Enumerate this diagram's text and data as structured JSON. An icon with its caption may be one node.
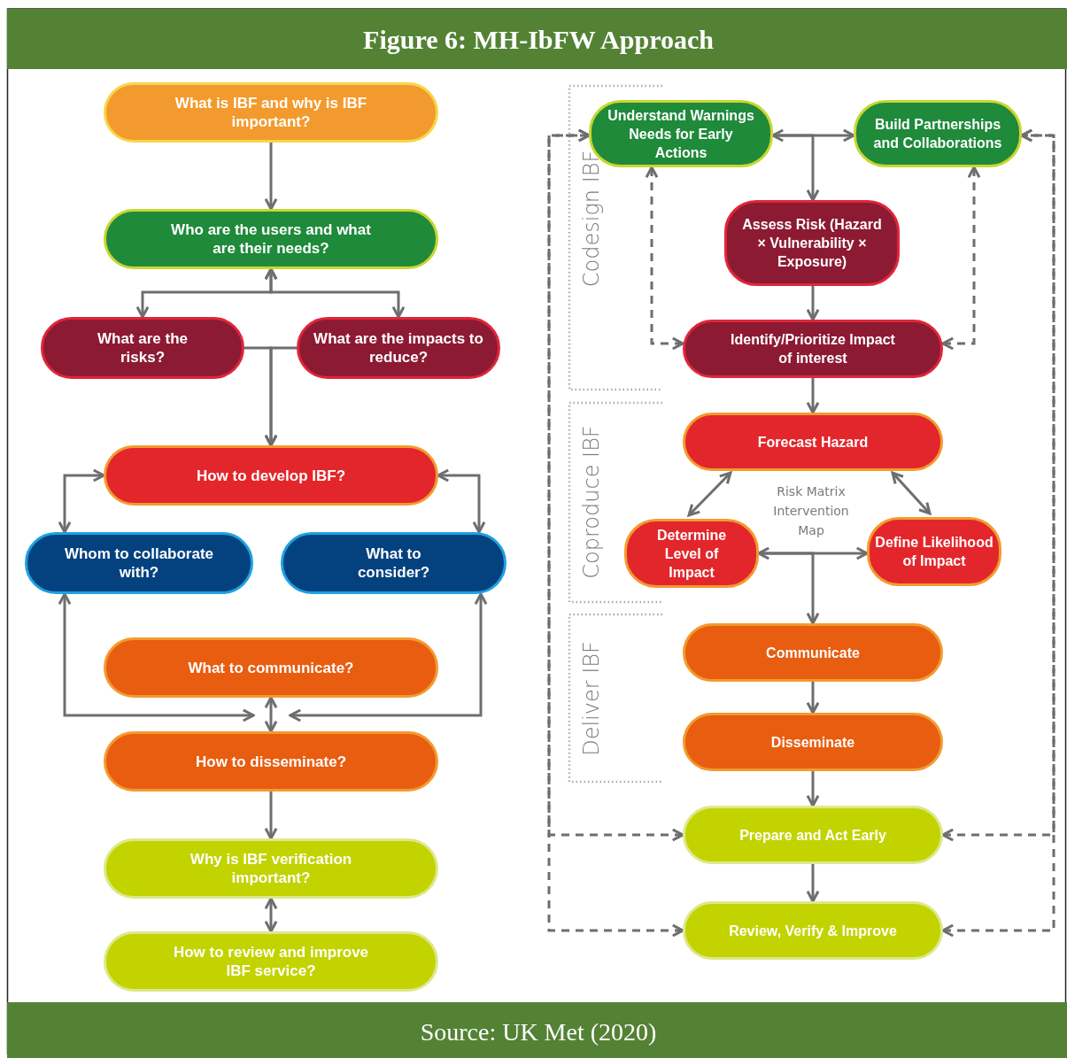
{
  "diagram": {
    "title": "Figure 6: MH-IbFW Approach",
    "caption": "Source: UK Met (2020)",
    "nodes": [
      {
        "text": [
          "What is IBF and why is IBF important?"
        ]
      },
      {
        "text": [
          "Who are the users and what are their needs?"
        ]
      },
      {
        "text": [
          "What are the risks?"
        ]
      },
      {
        "text": [
          "What are the impacts to reduce?"
        ]
      },
      {
        "text": [
          "How to develop IBF?"
        ]
      },
      {
        "text": [
          "Whom to collaborate with?"
        ]
      },
      {
        "text": [
          "What to consider?"
        ]
      },
      {
        "text": [
          "What to communicate?"
        ]
      },
      {
        "text": [
          "How to disseminate?"
        ]
      },
      {
        "text": [
          "Why is IBF verification important?"
        ]
      },
      {
        "text": [
          "How to review and improve IBF service?"
        ]
      },
      {
        "text": [
          "Understand Warnings Needs for Early Actions"
        ]
      },
      {
        "text": [
          "Build Partnerships and Collaborations"
        ]
      },
      {
        "text": [
          "Assess Risk (Hazard × Vulnerability × Exposure)"
        ]
      },
      {
        "text": [
          "Identify/Prioritize Impact of interest"
        ]
      },
      {
        "text": [
          "Forecast Hazard"
        ]
      },
      {
        "text": [
          "Determine Level of Impact"
        ]
      },
      {
        "text": [
          "Define Likelihood of Impact"
        ]
      },
      {
        "text": [
          "Communicate"
        ]
      },
      {
        "text": [
          "Disseminate"
        ]
      },
      {
        "text": [
          "Prepare and Act Early"
        ]
      },
      {
        "text": [
          "Review, Verify & Improve"
        ]
      }
    ],
    "edges": [
      {
        "from": 0,
        "to": 1,
        "arrow": "to"
      },
      {
        "from": 1,
        "to": 2,
        "arrow": "both"
      },
      {
        "from": 1,
        "to": 3,
        "arrow": "both"
      },
      {
        "from": 2,
        "to": 4,
        "arrow": "to"
      },
      {
        "from": 3,
        "to": 4,
        "arrow": "to"
      },
      {
        "from": 4,
        "to": 5,
        "arrow": "both"
      },
      {
        "from": 4,
        "to": 6,
        "arrow": "both"
      },
      {
        "from": 5,
        "to": 7,
        "arrow": "both"
      },
      {
        "from": 6,
        "to": 7,
        "arrow": "both"
      },
      {
        "from": 7,
        "to": 8,
        "arrow": "both"
      },
      {
        "from": 8,
        "to": 9,
        "arrow": "to"
      },
      {
        "from": 9,
        "to": 10,
        "arrow": "both"
      },
      {
        "from": 11,
        "to": 12,
        "arrow": "both"
      },
      {
        "from": 11,
        "to": 13,
        "arrow": "to"
      },
      {
        "from": 13,
        "to": 14,
        "arrow": "to"
      },
      {
        "from": 14,
        "to": 11,
        "arrow": "both",
        "style": "dashed"
      },
      {
        "from": 14,
        "to": 12,
        "arrow": "both",
        "style": "dashed"
      },
      {
        "from": 14,
        "to": 15,
        "arrow": "to"
      },
      {
        "from": 15,
        "to": 16,
        "arrow": "both"
      },
      {
        "from": 15,
        "to": 17,
        "arrow": "both"
      },
      {
        "from": 16,
        "to": 17,
        "arrow": "both"
      },
      {
        "from": 16,
        "to": 18,
        "arrow": "to"
      },
      {
        "from": 18,
        "to": 19,
        "arrow": "to"
      },
      {
        "from": 19,
        "to": 20,
        "arrow": "to"
      },
      {
        "from": 20,
        "to": 21,
        "arrow": "to"
      },
      {
        "from": 20,
        "to": 11,
        "arrow": "both",
        "style": "dashed"
      },
      {
        "from": 21,
        "to": 11,
        "arrow": "both",
        "style": "dashed"
      },
      {
        "from": 20,
        "to": 12,
        "arrow": "both",
        "style": "dashed"
      },
      {
        "from": 21,
        "to": 12,
        "arrow": "both",
        "style": "dashed"
      }
    ],
    "labels": [
      "Codesign IBF",
      "Coproduce IBF",
      "Deliver IBF",
      "Risk Matrix Intervention Map"
    ]
  }
}
